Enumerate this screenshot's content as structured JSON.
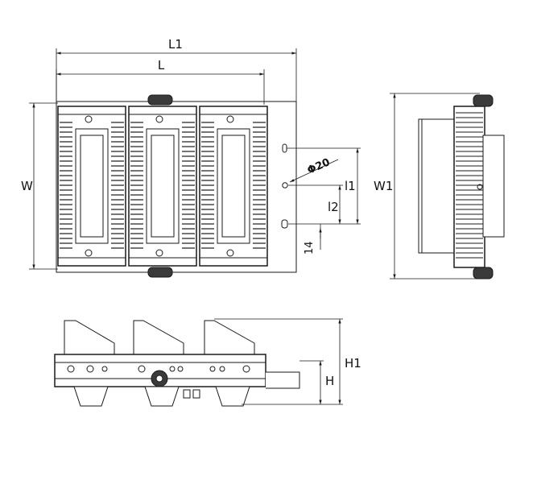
{
  "dimensions": {
    "overall_length": "L1",
    "body_length": "L",
    "body_width": "W",
    "overall_width": "W1",
    "hole_diameter": "Φ20",
    "hole_spacing_1": "l1",
    "hole_spacing_2": "l2",
    "edge_offset": "14",
    "overall_height": "H1",
    "body_height": "H"
  },
  "colors": {
    "line": "#1a1a1a",
    "fill": "#ffffff",
    "body_gray": "#3a3a3a"
  }
}
